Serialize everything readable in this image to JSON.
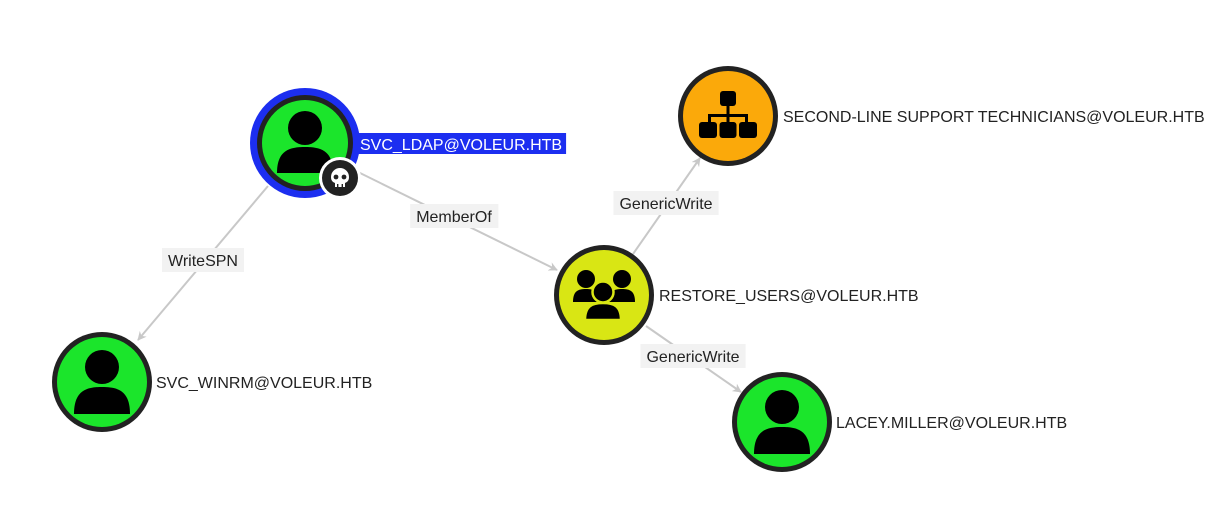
{
  "graph": {
    "colors": {
      "user": "#1be52b",
      "group": "#d9e614",
      "ou": "#fba90a",
      "selected_ring": "#1c2ef0",
      "node_border": "#222222",
      "edge": "#c8c8c8",
      "edge_label_bg": "#f2f2f2",
      "selected_label_bg": "#1c2ef0",
      "selected_label_text": "#ffffff"
    },
    "nodes": [
      {
        "id": "svc_ldap",
        "label": "SVC_LDAP@VOLEUR.HTB",
        "kind": "user",
        "icon": "user-icon",
        "selected": true,
        "owned_badge": "skull-icon"
      },
      {
        "id": "svc_winrm",
        "label": "SVC_WINRM@VOLEUR.HTB",
        "kind": "user",
        "icon": "user-icon"
      },
      {
        "id": "restore_users",
        "label": "RESTORE_USERS@VOLEUR.HTB",
        "kind": "group",
        "icon": "users-group-icon"
      },
      {
        "id": "second_line",
        "label": "SECOND-LINE SUPPORT TECHNICIANS@VOLEUR.HTB",
        "kind": "ou",
        "icon": "sitemap-icon"
      },
      {
        "id": "lacey_miller",
        "label": "LACEY.MILLER@VOLEUR.HTB",
        "kind": "user",
        "icon": "user-icon"
      }
    ],
    "edges": [
      {
        "from": "svc_ldap",
        "to": "svc_winrm",
        "label": "WriteSPN"
      },
      {
        "from": "svc_ldap",
        "to": "restore_users",
        "label": "MemberOf"
      },
      {
        "from": "restore_users",
        "to": "second_line",
        "label": "GenericWrite"
      },
      {
        "from": "restore_users",
        "to": "lacey_miller",
        "label": "GenericWrite"
      }
    ]
  }
}
